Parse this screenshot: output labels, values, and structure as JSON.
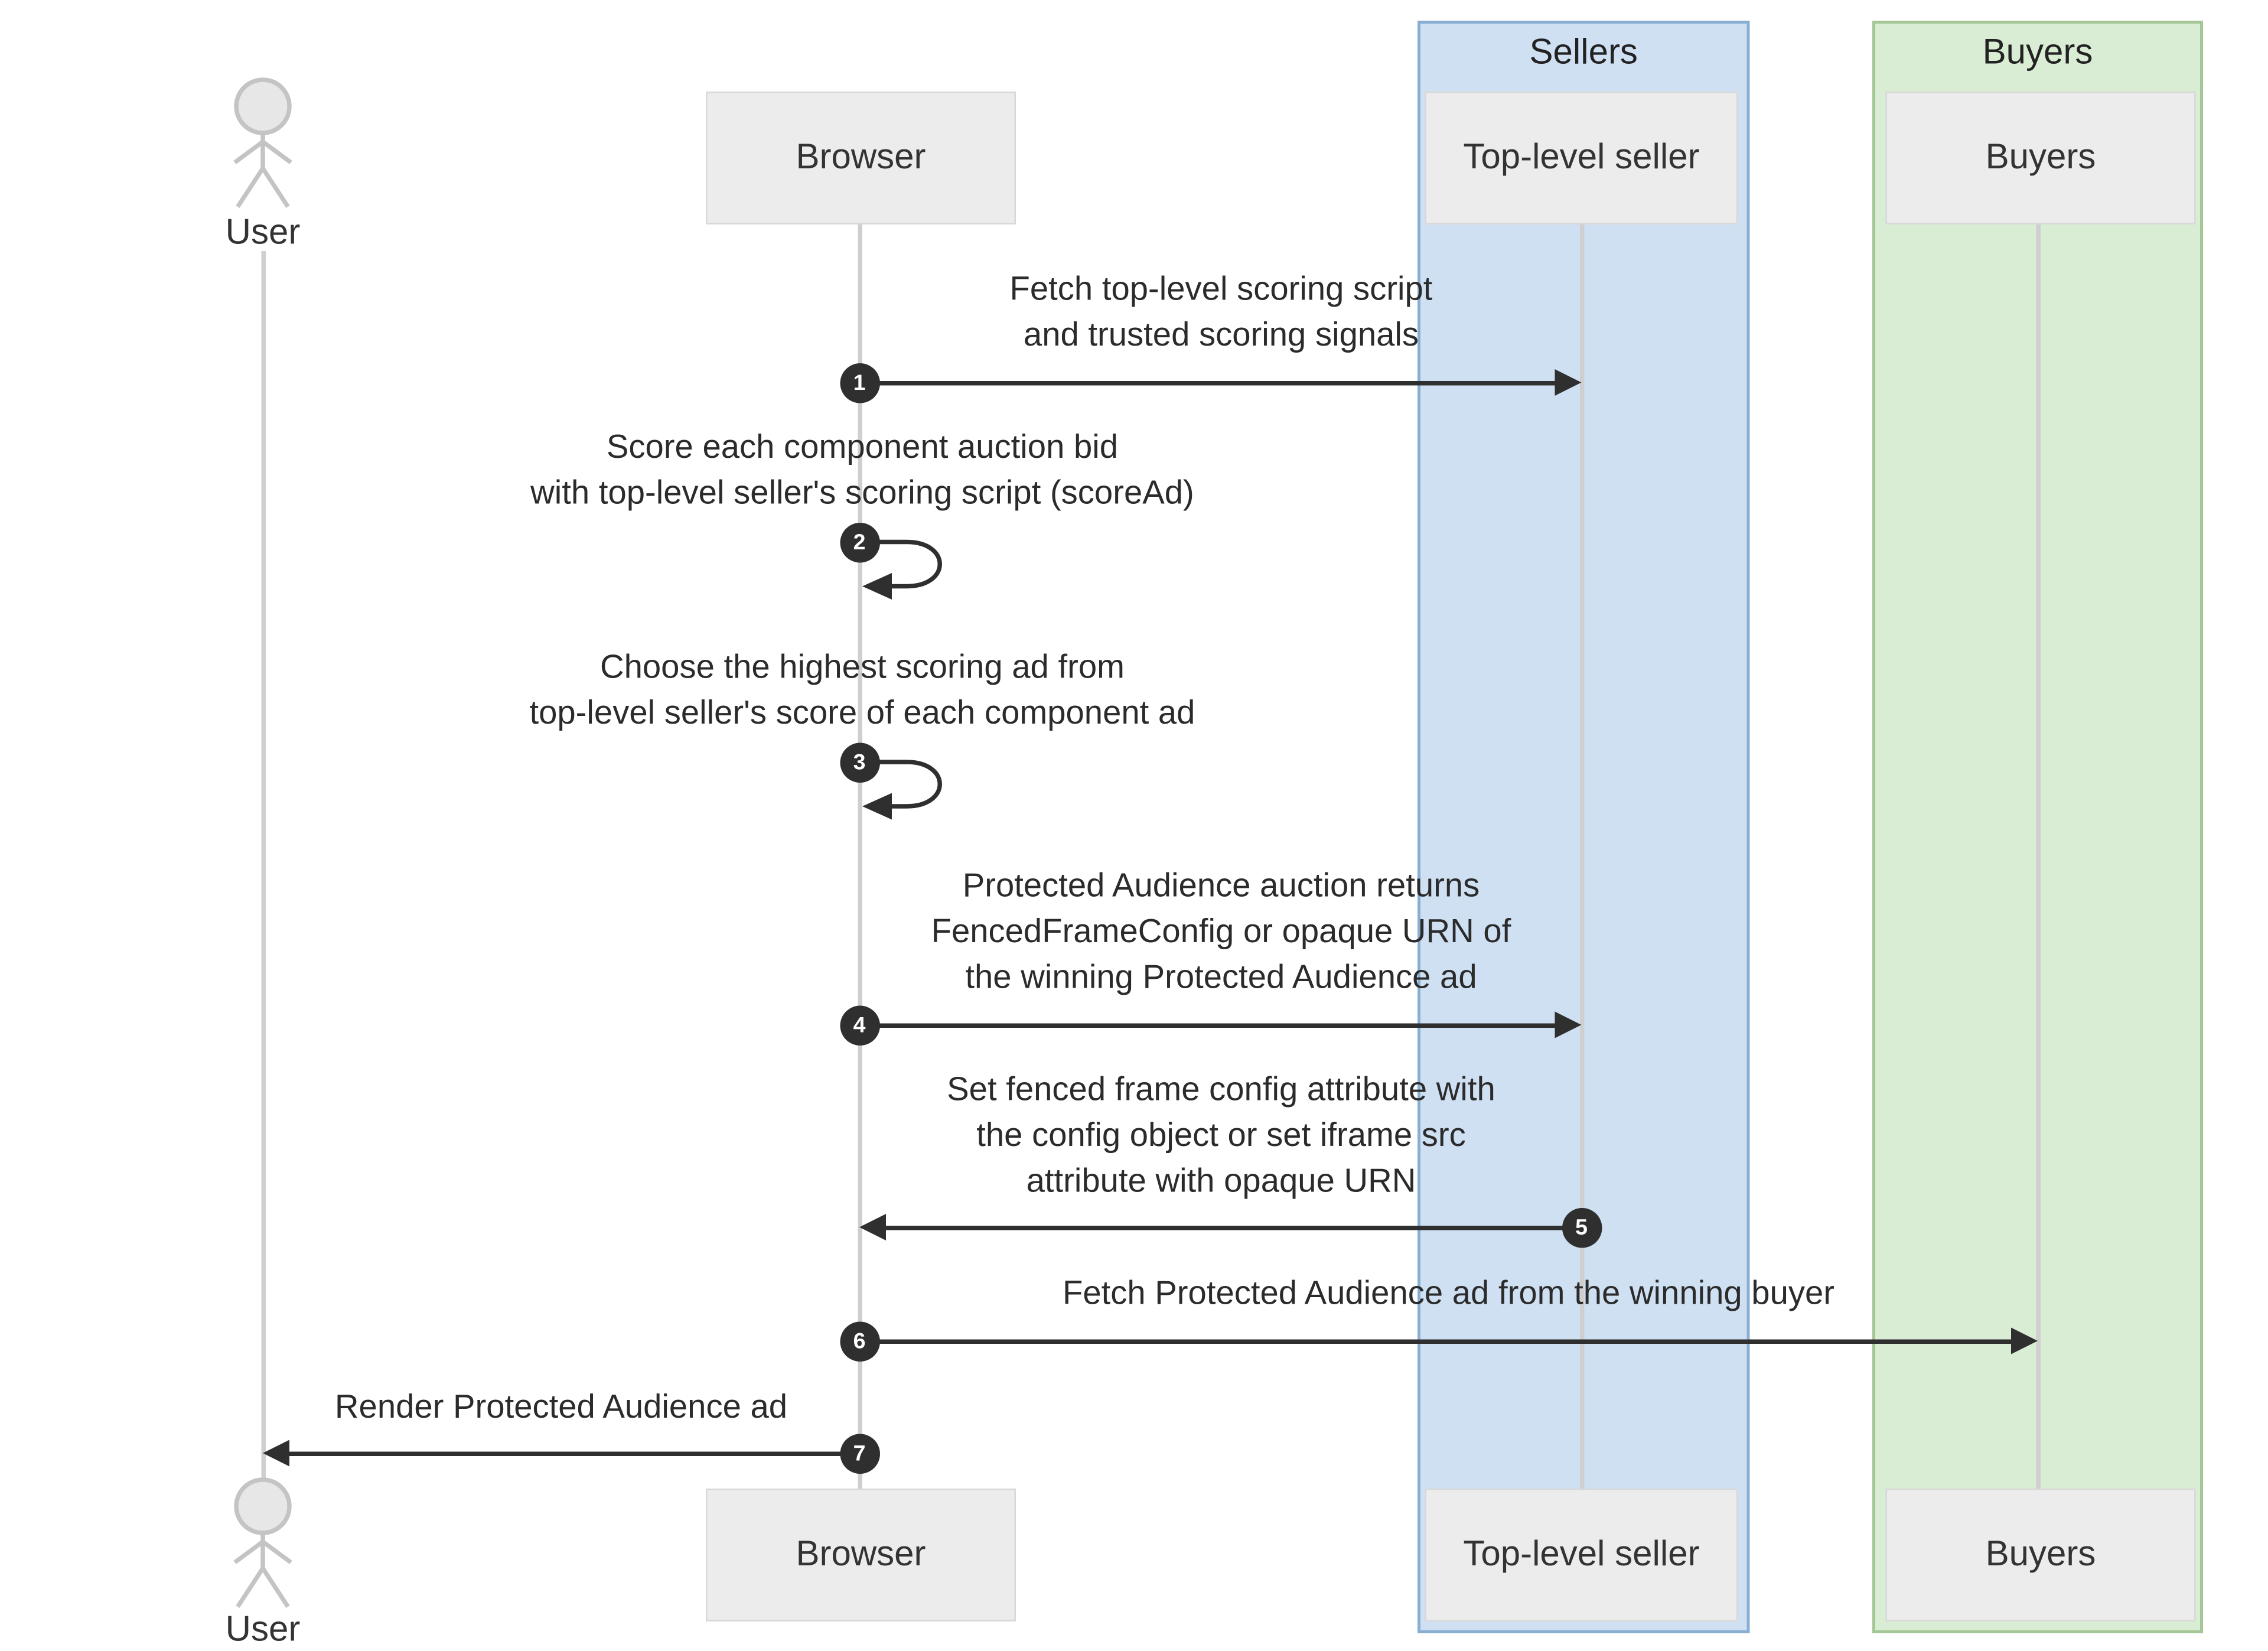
{
  "diagram": {
    "type": "sequence",
    "groups": [
      {
        "label": "Sellers",
        "fill": "#cfe0f3",
        "border": "#88aed2"
      },
      {
        "label": "Buyers",
        "fill": "#d9ecd4",
        "border": "#a5c796"
      }
    ],
    "participants": [
      {
        "id": "user",
        "label": "User",
        "kind": "actor"
      },
      {
        "id": "browser",
        "label": "Browser",
        "kind": "box"
      },
      {
        "id": "top_level_seller",
        "label": "Top-level seller",
        "kind": "box",
        "group": "Sellers"
      },
      {
        "id": "buyers",
        "label": "Buyers",
        "kind": "box",
        "group": "Buyers"
      }
    ],
    "messages": [
      {
        "num": "1",
        "from": "Browser",
        "to": "Top-level seller",
        "kind": "arrow-right",
        "label": "Fetch top-level scoring script\nand trusted scoring signals"
      },
      {
        "num": "2",
        "from": "Browser",
        "to": "Browser",
        "kind": "self-loop",
        "label": "Score each component auction bid\nwith top-level seller's scoring script (scoreAd)"
      },
      {
        "num": "3",
        "from": "Browser",
        "to": "Browser",
        "kind": "self-loop",
        "label": "Choose the highest scoring ad from\ntop-level seller's score of each component ad"
      },
      {
        "num": "4",
        "from": "Browser",
        "to": "Top-level seller",
        "kind": "arrow-right",
        "label": "Protected Audience auction returns\nFencedFrameConfig or opaque URN of\nthe winning Protected Audience ad"
      },
      {
        "num": "5",
        "from": "Top-level seller",
        "to": "Browser",
        "kind": "arrow-left",
        "label": "Set fenced frame config attribute with\nthe config object or set iframe src\nattribute with opaque URN"
      },
      {
        "num": "6",
        "from": "Browser",
        "to": "Buyers",
        "kind": "arrow-right",
        "label": "Fetch Protected Audience ad from the winning buyer"
      },
      {
        "num": "7",
        "from": "Browser",
        "to": "User",
        "kind": "arrow-left",
        "label": "Render Protected Audience ad"
      }
    ],
    "colors": {
      "line": "#2f2f2f",
      "lifeline": "#cfcfcf",
      "box_fill": "#ececec",
      "box_border": "#d8d8d8",
      "number_badge": "#2f2f2f"
    }
  }
}
